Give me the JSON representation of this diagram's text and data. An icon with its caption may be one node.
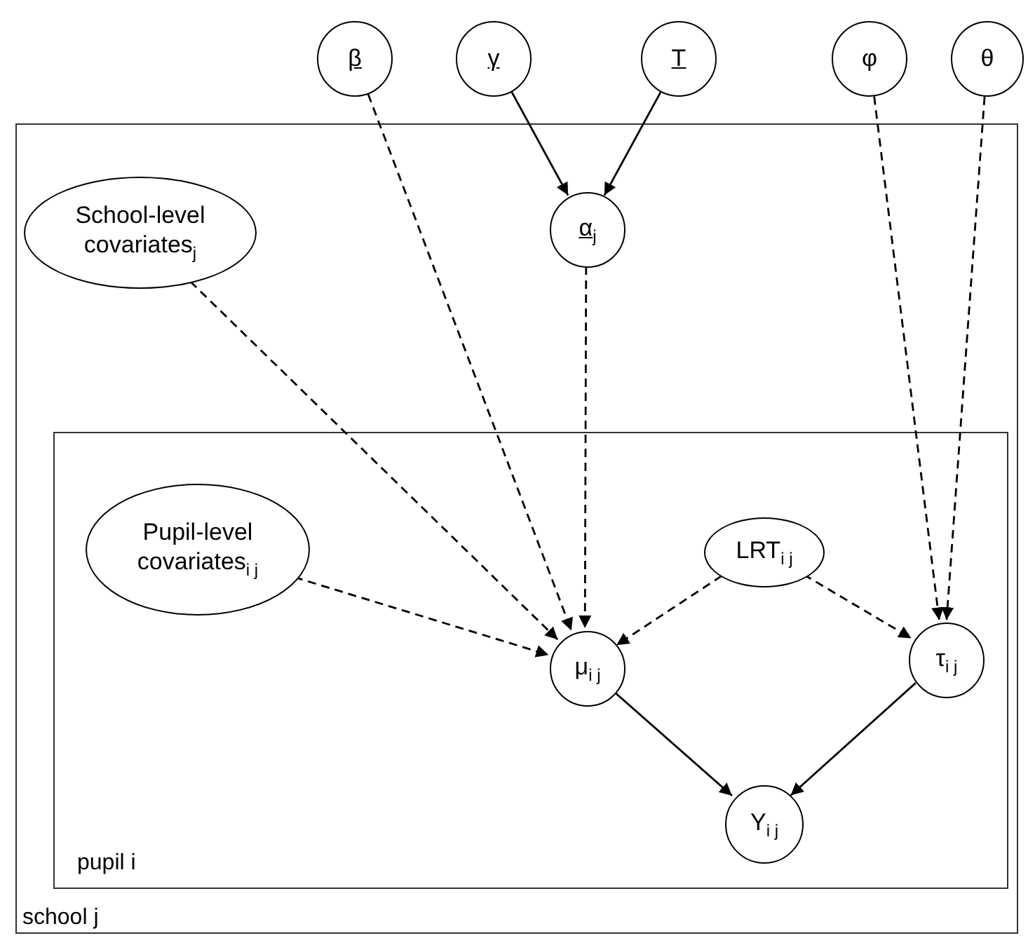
{
  "diagram": {
    "nodes": [
      {
        "text": [
          "school j"
        ]
      },
      {
        "text": [
          "pupil i"
        ],
        "in": 0
      },
      {
        "text": [
          "β"
        ]
      },
      {
        "text": [
          "γ"
        ]
      },
      {
        "text": [
          "T"
        ]
      },
      {
        "text": [
          "φ"
        ]
      },
      {
        "text": [
          "θ"
        ]
      },
      {
        "text": [
          "α$_{j}$"
        ],
        "in": 0
      },
      {
        "text": [
          "School-level covariates$_{j}$"
        ],
        "in": 0
      },
      {
        "text": [
          "Pupil-level covariates$_{i j}$"
        ],
        "in": 1
      },
      {
        "text": [
          "LRT$_{i j}$"
        ],
        "in": 1
      },
      {
        "text": [
          "μ$_{i j}$"
        ],
        "in": 1
      },
      {
        "text": [
          "τ$_{i j}$"
        ],
        "in": 1
      },
      {
        "text": [
          "Y$_{i j}$"
        ],
        "in": 1
      }
    ],
    "edges": [
      {
        "from": 2,
        "to": 11,
        "arrow": "to",
        "style": "dashed"
      },
      {
        "from": 3,
        "to": 7,
        "arrow": "to"
      },
      {
        "from": 4,
        "to": 7,
        "arrow": "to"
      },
      {
        "from": 5,
        "to": 12,
        "arrow": "to",
        "style": "dashed"
      },
      {
        "from": 6,
        "to": 12,
        "arrow": "to",
        "style": "dashed"
      },
      {
        "from": 8,
        "to": 11,
        "arrow": "to",
        "style": "dashed"
      },
      {
        "from": 7,
        "to": 11,
        "arrow": "to",
        "style": "dashed"
      },
      {
        "from": 9,
        "to": 11,
        "arrow": "to",
        "style": "dashed"
      },
      {
        "from": 10,
        "to": 11,
        "arrow": "to",
        "style": "dashed"
      },
      {
        "from": 10,
        "to": 12,
        "arrow": "to",
        "style": "dashed"
      },
      {
        "from": 11,
        "to": 13,
        "arrow": "to"
      },
      {
        "from": 12,
        "to": 13,
        "arrow": "to"
      }
    ]
  }
}
